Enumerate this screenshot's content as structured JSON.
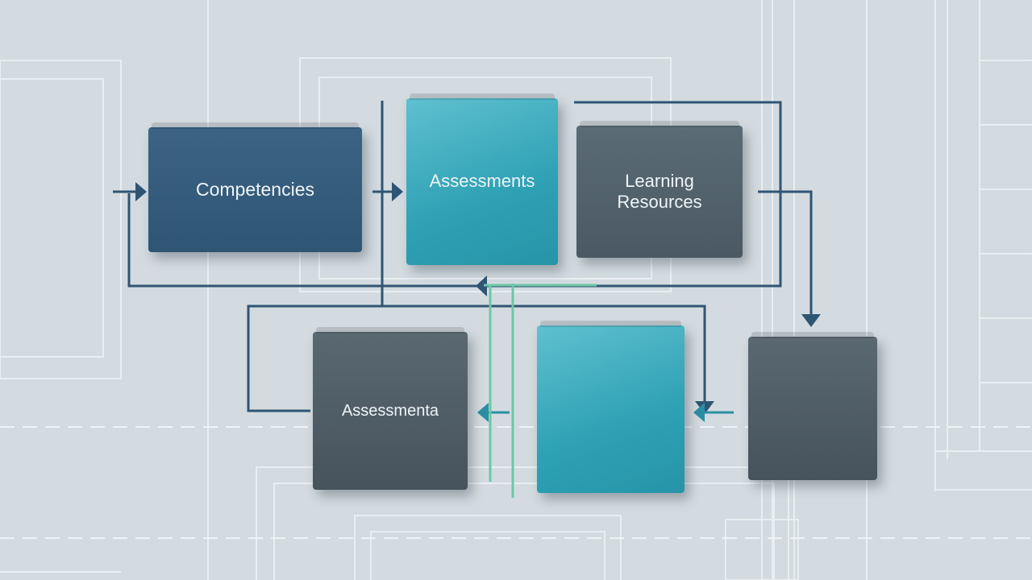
{
  "diagram": {
    "nodes": [
      {
        "id": "competencies",
        "label": "Competencies",
        "color": "#335a7b"
      },
      {
        "id": "assessments-top",
        "label": "Assessments",
        "color": "#3ab0c2"
      },
      {
        "id": "learning-resources",
        "label": "Learning\nResources",
        "color": "#515f69"
      },
      {
        "id": "assessmenta",
        "label": "Assessmenta",
        "color": "#505e68"
      },
      {
        "id": "teal-bottom",
        "label": "",
        "color": "#32a8ba"
      },
      {
        "id": "slate-right",
        "label": "",
        "color": "#4f5c65"
      }
    ],
    "colors": {
      "background": "#d3dbe0",
      "grid_line": "#eef2f4",
      "connector_navy": "#2f5574",
      "connector_teal": "#2a8fa2",
      "connector_green": "#6cc7a8"
    }
  }
}
